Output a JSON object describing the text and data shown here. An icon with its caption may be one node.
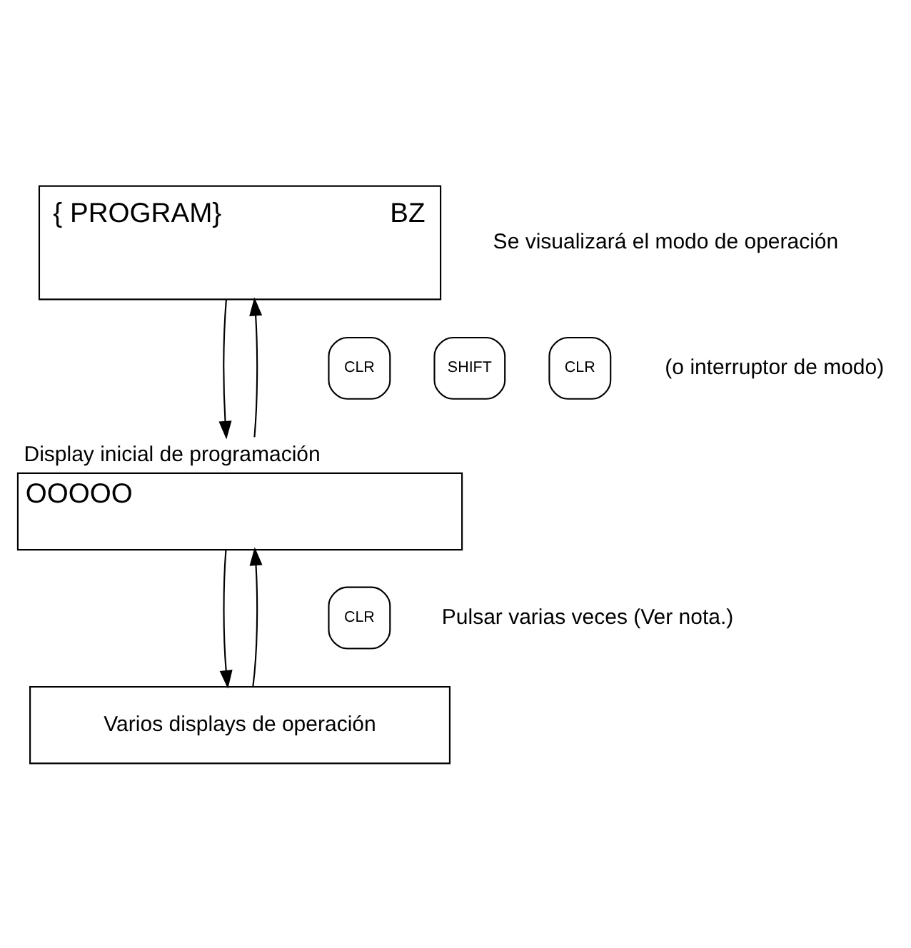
{
  "diagram": {
    "nodes": [
      {
        "text": [
          "{ PROGRAM}",
          "BZ"
        ],
        "beside": [
          "Se visualizará el modo de operación"
        ]
      },
      {
        "text": [
          "Display inicial de programación",
          "OOOOO"
        ]
      },
      {
        "text": [
          "Varios displays de operación"
        ]
      },
      {
        "text": [
          "CLR"
        ]
      },
      {
        "text": [
          "SHIFT"
        ]
      },
      {
        "text": [
          "CLR"
        ]
      },
      {
        "text": [
          "CLR"
        ]
      }
    ],
    "edges": [
      {
        "from": 0,
        "to": 1,
        "arrow": "to"
      },
      {
        "from": 1,
        "to": 0,
        "arrow": "to"
      },
      {
        "from": 1,
        "to": 2,
        "arrow": "to"
      },
      {
        "from": 2,
        "to": 1,
        "arrow": "to"
      }
    ],
    "labels": [
      "(o interruptor de modo)",
      "Pulsar varias veces (Ver nota.)"
    ]
  }
}
